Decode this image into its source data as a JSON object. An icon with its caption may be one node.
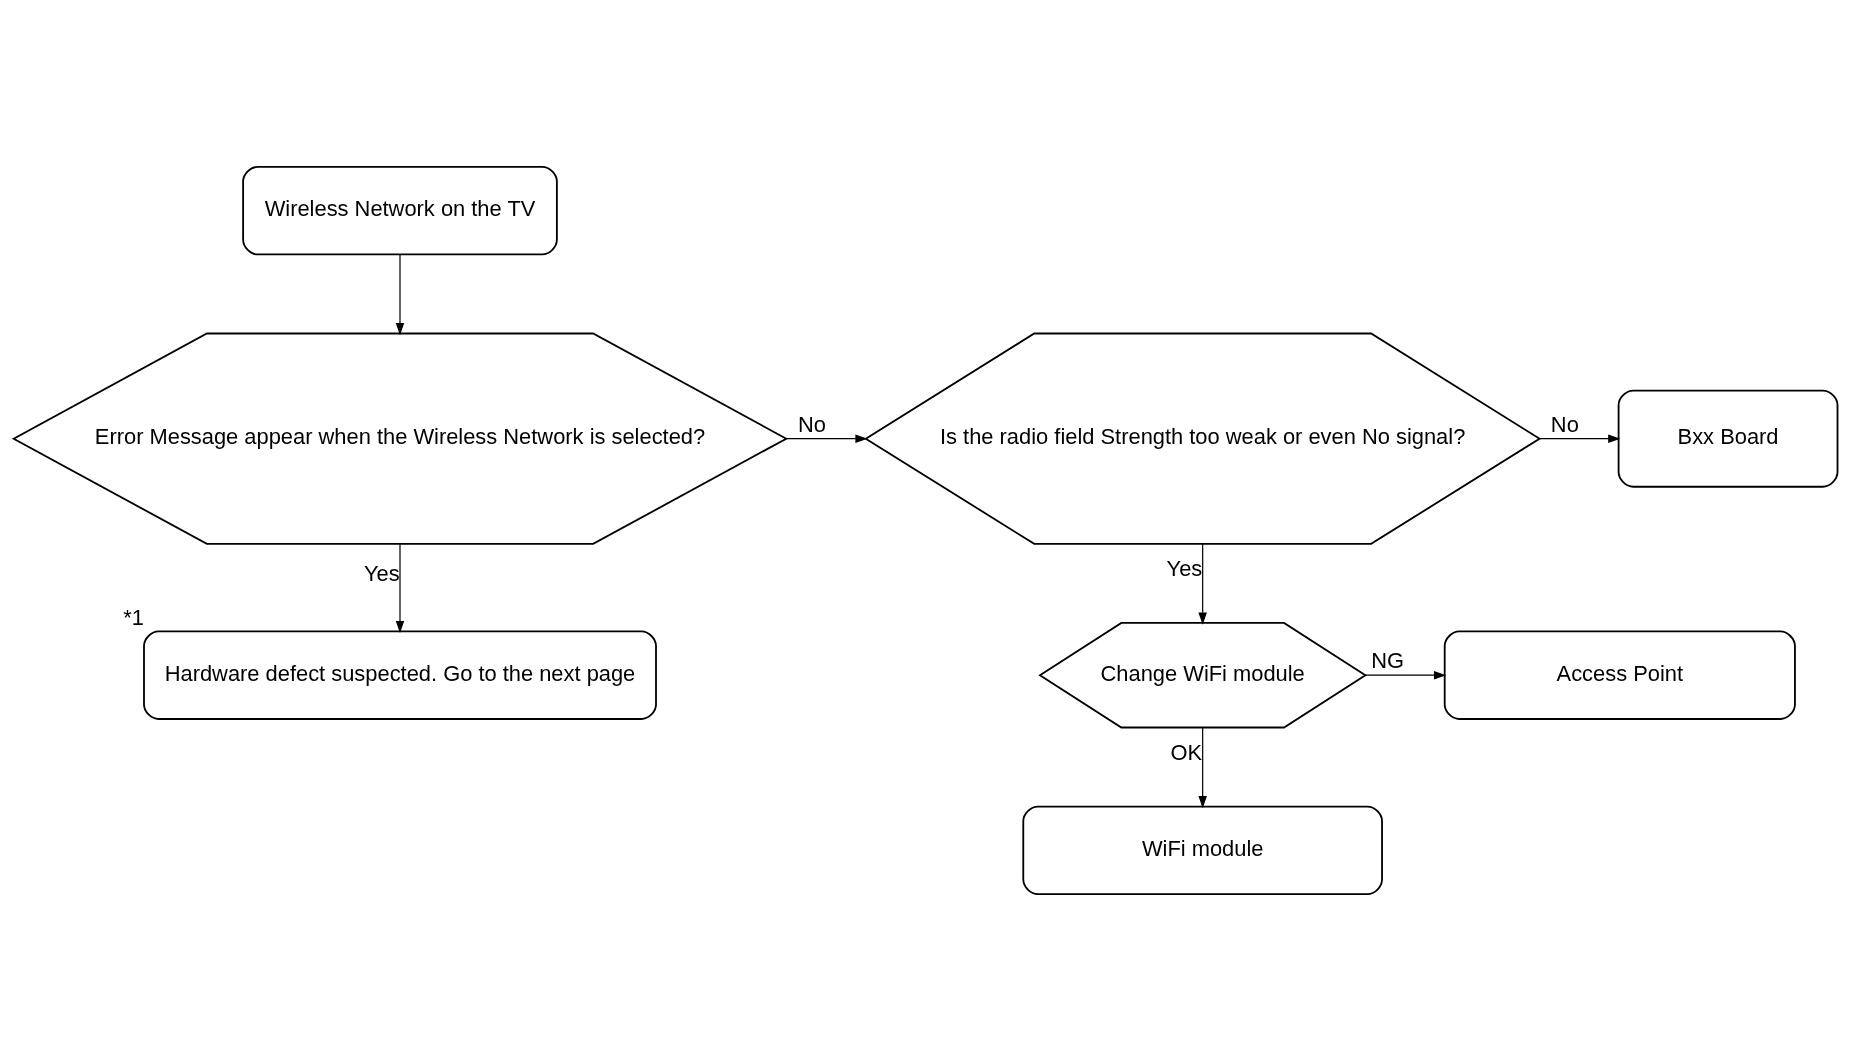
{
  "diagram": {
    "nodes": [
      {
        "text": [
          "Wireless Network on the TV"
        ]
      },
      {
        "text": [
          "Error Message appear when the Wireless Network is selected?"
        ]
      },
      {
        "text": [
          "Is the radio field Strength too weak or even No signal?"
        ]
      },
      {
        "text": [
          "Bxx Board"
        ]
      },
      {
        "text": [
          "Hardware defect suspected. Go to the next page"
        ],
        "beside": [
          "*1"
        ]
      },
      {
        "text": [
          "Change WiFi module"
        ]
      },
      {
        "text": [
          "Access Point"
        ]
      },
      {
        "text": [
          "WiFi module"
        ]
      }
    ],
    "edges": [
      {
        "from": 0,
        "to": 1,
        "arrow": "to"
      },
      {
        "from": 1,
        "to": 2,
        "arrow": "to",
        "label": "No"
      },
      {
        "from": 2,
        "to": 3,
        "arrow": "to",
        "label": "No"
      },
      {
        "from": 1,
        "to": 4,
        "arrow": "to",
        "label": "Yes"
      },
      {
        "from": 2,
        "to": 5,
        "arrow": "to",
        "label": "Yes"
      },
      {
        "from": 5,
        "to": 6,
        "arrow": "to",
        "label": "NG"
      },
      {
        "from": 5,
        "to": 7,
        "arrow": "to",
        "label": "OK"
      }
    ]
  }
}
